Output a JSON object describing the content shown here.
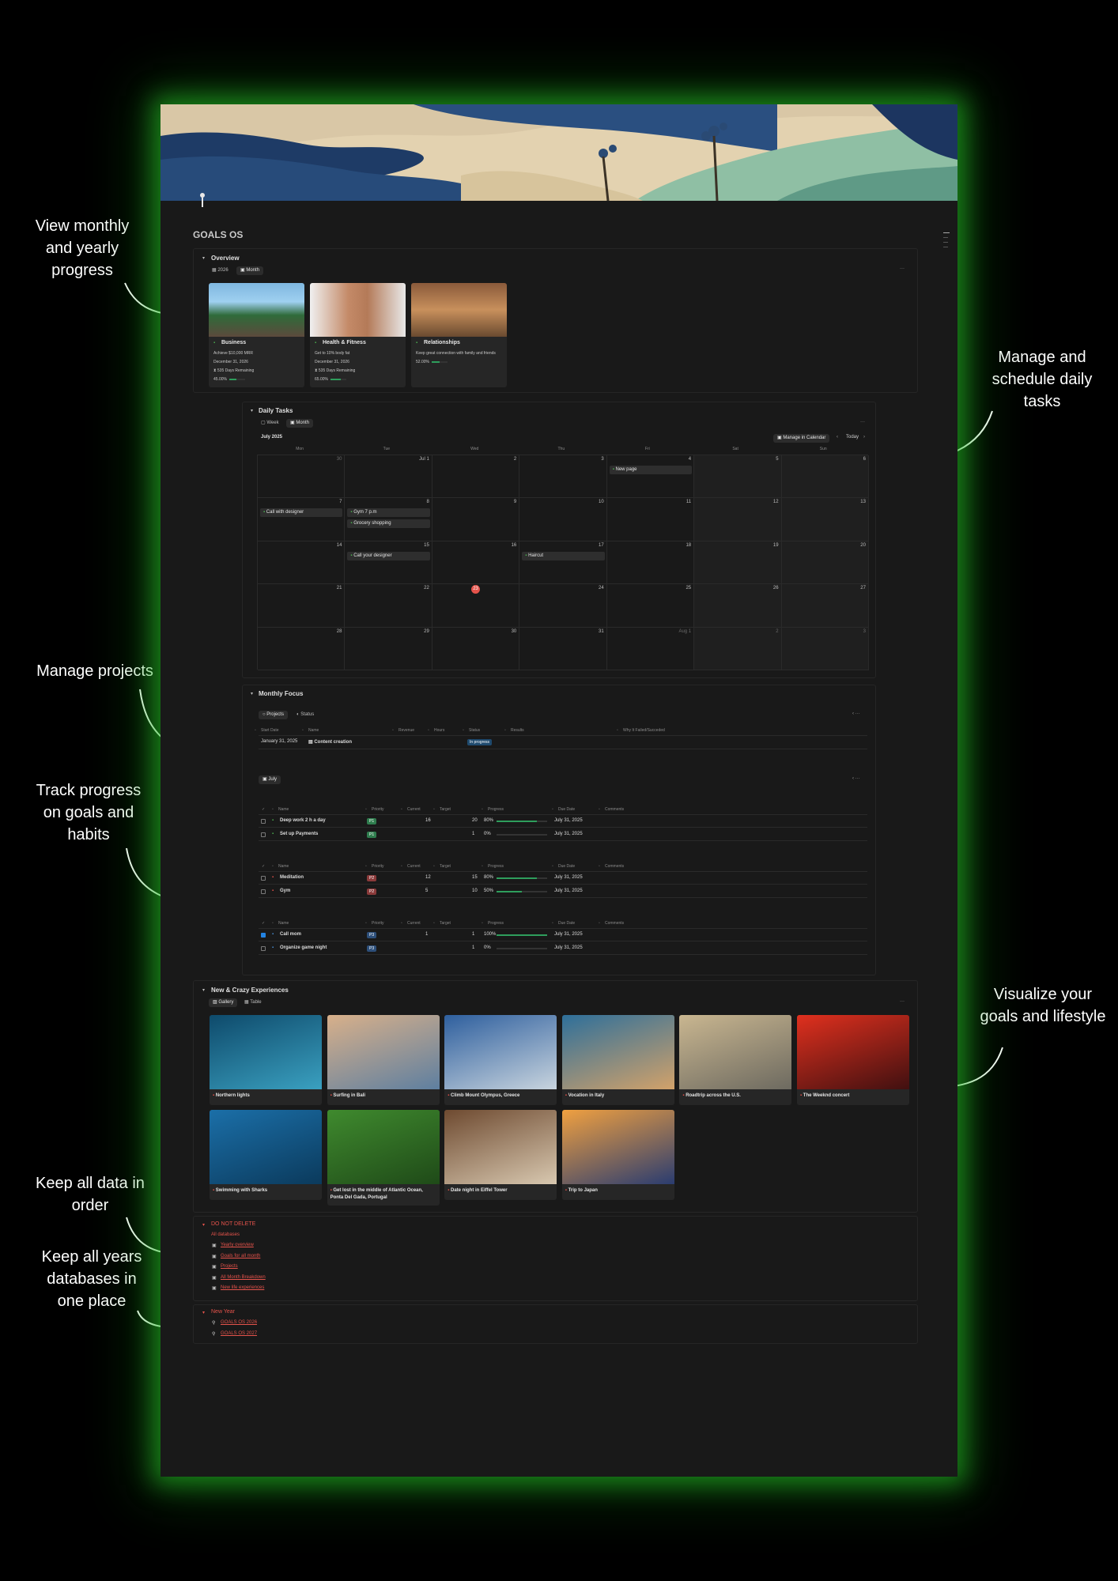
{
  "annotations": {
    "monthly": "View monthly and yearly progress",
    "daily": "Manage and schedule daily tasks",
    "projects": "Manage projects",
    "track": "Track progress on goals and habits",
    "visualize": "Visualize your goals and lifestyle",
    "order": "Keep all data in order",
    "years": "Keep all years databases in one place"
  },
  "page": {
    "title": "GOALS OS"
  },
  "overview": {
    "title": "Overview",
    "views": [
      "2026",
      "Month"
    ],
    "cards": [
      {
        "title": "Business",
        "goal": "Achieve $10,000 MRR",
        "date": "December 31, 2026",
        "remaining": "535 Days Remaining",
        "progress_label": "45.00%",
        "progress": 0.45,
        "icon": "money-icon"
      },
      {
        "title": "Health & Fitness",
        "goal": "Get to 10% body fat",
        "date": "December 31, 2026",
        "remaining": "535 Days Remaining",
        "progress_label": "65.00%",
        "progress": 0.65,
        "icon": "dumbbell-icon"
      },
      {
        "title": "Relationships",
        "goal": "Keep great connection with family and friends",
        "date": "",
        "remaining": "",
        "progress_label": "52.00%",
        "progress": 0.52,
        "icon": "people-icon"
      }
    ]
  },
  "daily": {
    "title": "Daily Tasks",
    "views": [
      "Week",
      "Month"
    ],
    "month": "July 2025",
    "manage_btn": "Manage in Calendar",
    "today_btn": "Today",
    "weekdays": [
      "Mon",
      "Tue",
      "Wed",
      "Thu",
      "Fri",
      "Sat",
      "Sun"
    ],
    "days": [
      "30",
      "Jul 1",
      "2",
      "3",
      "4",
      "5",
      "6",
      "7",
      "8",
      "9",
      "10",
      "11",
      "12",
      "13",
      "14",
      "15",
      "16",
      "17",
      "18",
      "19",
      "20",
      "21",
      "22",
      "23",
      "24",
      "25",
      "26",
      "27",
      "28",
      "29",
      "30",
      "31",
      "Aug 1",
      "2",
      "3"
    ],
    "today_index": 23,
    "events": [
      {
        "day_index": 4,
        "slot": 0,
        "label": "New page"
      },
      {
        "day_index": 7,
        "slot": 0,
        "label": "Call with designer"
      },
      {
        "day_index": 8,
        "slot": 0,
        "label": "Gym 7 p.m"
      },
      {
        "day_index": 8,
        "slot": 1,
        "label": "Grocery shopping"
      },
      {
        "day_index": 15,
        "slot": 0,
        "label": "Call your designer"
      },
      {
        "day_index": 17,
        "slot": 0,
        "label": "Haircut"
      }
    ]
  },
  "focus": {
    "title": "Monthly Focus",
    "project_views": [
      "Projects",
      "Status"
    ],
    "project_headers": [
      "Start Date",
      "Name",
      "Revenue",
      "Hours",
      "Status",
      "Results",
      "Why It Failed/Succeded"
    ],
    "project_row": {
      "date": "January 31, 2025",
      "name": "Content creation",
      "status": "In progress"
    },
    "month_view": "July",
    "goal_headers": [
      "Name",
      "Priority",
      "Current",
      "Target",
      "Progress",
      "Due Date",
      "Comments"
    ],
    "groups": [
      {
        "priority": "P1",
        "color": "#2f7d4e",
        "rows": [
          {
            "checked": false,
            "name": "Deep work 2 h a day",
            "current": "16",
            "target": "20",
            "progress_label": "80%",
            "progress": 0.8,
            "due": "July 31, 2025"
          },
          {
            "checked": false,
            "name": "Set up Payments",
            "current": "",
            "target": "1",
            "progress_label": "0%",
            "progress": 0,
            "due": "July 31, 2025"
          }
        ]
      },
      {
        "priority": "P2",
        "color": "#8a3a3a",
        "rows": [
          {
            "checked": false,
            "name": "Meditation",
            "current": "12",
            "target": "15",
            "progress_label": "80%",
            "progress": 0.8,
            "due": "July 31, 2025"
          },
          {
            "checked": false,
            "name": "Gym",
            "current": "5",
            "target": "10",
            "progress_label": "50%",
            "progress": 0.5,
            "due": "July 31, 2025"
          }
        ]
      },
      {
        "priority": "P3",
        "color": "#2d4f7a",
        "rows": [
          {
            "checked": true,
            "name": "Call mom",
            "current": "1",
            "target": "1",
            "progress_label": "100%",
            "progress": 1,
            "due": "July 31, 2025"
          },
          {
            "checked": false,
            "name": "Organize game night",
            "current": "",
            "target": "1",
            "progress_label": "0%",
            "progress": 0,
            "due": "July 31, 2025"
          }
        ]
      }
    ]
  },
  "experiences": {
    "title": "New & Crazy Experiences",
    "views": [
      "Gallery",
      "Table"
    ],
    "items": [
      {
        "label": "Northern lights",
        "colors": [
          "#0e4a6b",
          "#3aa0c0"
        ]
      },
      {
        "label": "Surfing in Bali",
        "colors": [
          "#d8b08a",
          "#5e7fa0"
        ]
      },
      {
        "label": "Climb Mount Olympus, Greece",
        "colors": [
          "#2e5f9e",
          "#c8d4de"
        ]
      },
      {
        "label": "Vocation in Italy",
        "colors": [
          "#2e6f9a",
          "#d2a26a"
        ]
      },
      {
        "label": "Roadtrip across the U.S.",
        "colors": [
          "#c9b690",
          "#6d6a60"
        ]
      },
      {
        "label": "The Weeknd concert",
        "colors": [
          "#e0301e",
          "#401010"
        ]
      },
      {
        "label": "Swimming with Sharks",
        "colors": [
          "#1b6fa8",
          "#0b3a5c"
        ]
      },
      {
        "label": "Get lost in the middle of Atlantic Ocean, Ponta Del Gada, Portugal",
        "colors": [
          "#3f8a2e",
          "#1f4a18"
        ]
      },
      {
        "label": "Date night in Eiffel Tower",
        "colors": [
          "#6e4a30",
          "#d8c8b0"
        ]
      },
      {
        "label": "Trip to Japan",
        "colors": [
          "#f0a040",
          "#2a3c70"
        ]
      }
    ]
  },
  "dnd": {
    "title": "DO NOT DELETE",
    "subtitle": "All databases",
    "items": [
      "Yearly overview",
      "Goals for all month",
      "Projects",
      "All Month Breakdown",
      "New life experiences"
    ]
  },
  "newyear": {
    "title": "New Year",
    "items": [
      "GOALS OS 2026",
      "GOALS OS 2027"
    ]
  }
}
